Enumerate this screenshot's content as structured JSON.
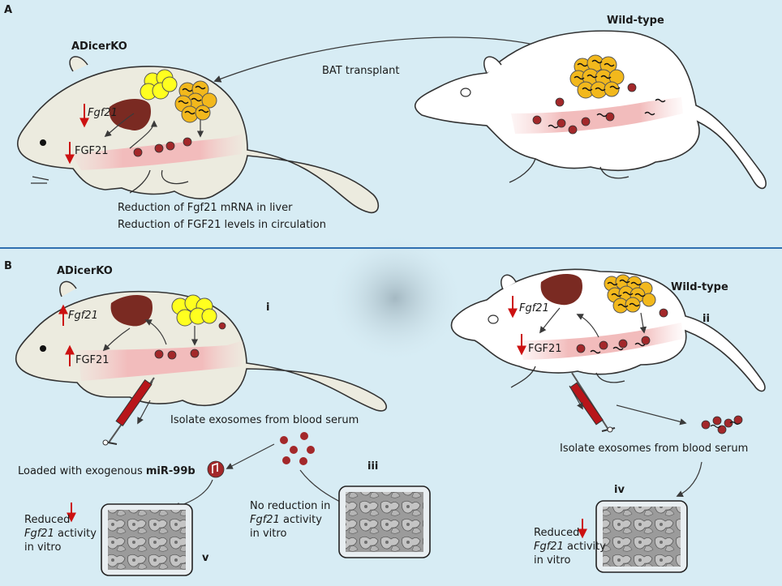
{
  "panel_a": {
    "letter": "A",
    "left_title": "ADicerKO",
    "right_title": "Wild-type",
    "arrow_label": "BAT transplant",
    "gene_label": "Fgf21",
    "protein_label": "FGF21",
    "caption_line1": "Reduction of Fgf21 mRNA in liver",
    "caption_line2": "Reduction of FGF21 levels in circulation"
  },
  "panel_b": {
    "letter": "B",
    "left_title": "ADicerKO",
    "right_title": "Wild-type",
    "left_gene_label": "Fgf21",
    "left_protein_label": "FGF21",
    "right_gene_label": "Fgf21",
    "right_protein_label": "FGF21",
    "numeral_i": "i",
    "numeral_ii": "ii",
    "numeral_iii": "iii",
    "numeral_iv": "iv",
    "numeral_v": "v",
    "isolate_left": "Isolate exosomes from blood serum",
    "isolate_right": "Isolate exosomes from blood serum",
    "loaded_prefix": "Loaded with exogenous ",
    "loaded_mirna": "miR-99b",
    "result_v": {
      "line1": "Reduced",
      "gene": "Fgf21",
      "line2_rest": " activity",
      "line3": "in vitro"
    },
    "result_iii": {
      "line1": "No reduction in",
      "gene": "Fgf21",
      "line2_rest": " activity",
      "line3": "in vitro"
    },
    "result_iv": {
      "line1": "Reduced",
      "gene": "Fgf21",
      "line2_rest": " activity",
      "line3": "in vitro"
    }
  },
  "colors": {
    "background": "#d7ecf4",
    "divider": "#2f6fb0",
    "mouse_ko": "#ecebdf",
    "mouse_wt": "#ffffff",
    "liver": "#7a2a22",
    "white_fat": "#ffff1f",
    "brown_fat": "#f2b81c",
    "exosome": "#a3282a",
    "vessel": "#f4c4c4",
    "arrow_red": "#cc1111"
  },
  "icons": [
    "mouse-icon",
    "liver-icon",
    "adipocyte-icon",
    "exosome-icon",
    "syringe-icon",
    "cell-culture-icon",
    "mirna-icon"
  ]
}
